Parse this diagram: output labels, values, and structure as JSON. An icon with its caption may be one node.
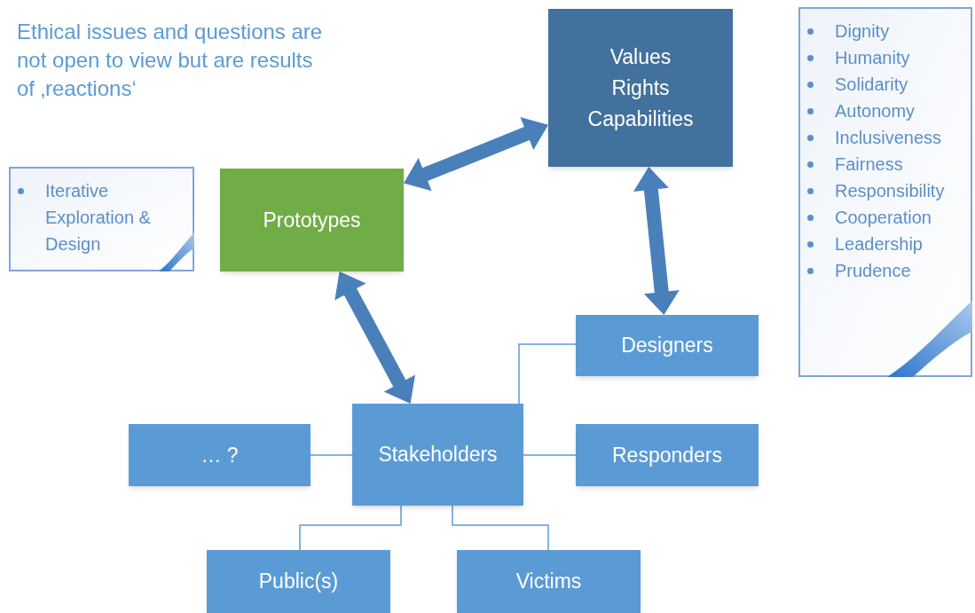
{
  "diagram": {
    "nodes": [
      {
        "text": [
          "Values Rights Capabilities"
        ]
      },
      {
        "text": [
          "Prototypes"
        ]
      },
      {
        "text": [
          "Iterative Exploration & Design"
        ]
      },
      {
        "text": [
          "Dignity",
          "Humanity",
          "Solidarity",
          "Autonomy",
          "Inclusiveness",
          "Fairness",
          "Responsibility",
          "Cooperation",
          "Leadership",
          "Prudence"
        ]
      },
      {
        "text": [
          "Designers"
        ]
      },
      {
        "text": [
          "Stakeholders"
        ]
      },
      {
        "text": [
          "… ?"
        ]
      },
      {
        "text": [
          "Responders"
        ]
      },
      {
        "text": [
          "Public(s)"
        ]
      },
      {
        "text": [
          "Victims"
        ]
      }
    ],
    "edges": [
      {
        "from": 1,
        "to": 0,
        "arrow": "both",
        "style": "thick"
      },
      {
        "from": 0,
        "to": 4,
        "arrow": "both",
        "style": "thick"
      },
      {
        "from": 1,
        "to": 5,
        "arrow": "both",
        "style": "thick"
      },
      {
        "from": 5,
        "to": 4,
        "arrow": "none"
      },
      {
        "from": 5,
        "to": 6,
        "arrow": "none"
      },
      {
        "from": 5,
        "to": 7,
        "arrow": "none"
      },
      {
        "from": 5,
        "to": 8,
        "arrow": "none"
      },
      {
        "from": 5,
        "to": 9,
        "arrow": "none"
      }
    ],
    "labels": [
      "Ethical issues and questions are not open to view but are results of ‚reactions‘"
    ]
  }
}
